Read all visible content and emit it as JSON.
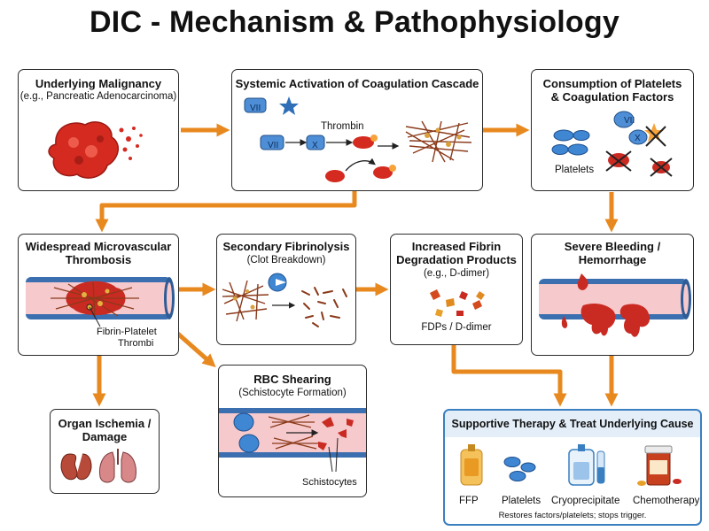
{
  "title": "DIC - Mechanism & Pathophysiology",
  "colors": {
    "arrow": "#e8891f",
    "blood": "#c92a22",
    "fibrin": "#8a3a1a",
    "vessel": "#3b6fb0",
    "lumen": "#f6c9cc",
    "factor": "#4d8ed6"
  },
  "nodes": {
    "malignancy": {
      "title": "Underlying Malignancy",
      "subtitle": "(e.g., Pancreatic Adenocarcinoma)"
    },
    "coagulation": {
      "title": "Systemic Activation of Coagulation Cascade",
      "factor_vii_a": "VII",
      "factor_vii_b": "VII",
      "factor_x": "X",
      "thrombin": "Thrombin"
    },
    "consumption": {
      "title_line1": "Consumption of Platelets",
      "title_line2": "& Coagulation Factors",
      "platelets": "Platelets",
      "factor_vii": "VII",
      "factor_x": "X"
    },
    "thrombosis": {
      "title_line1": "Widespread Microvascular",
      "title_line2": "Thrombosis",
      "label_line1": "Fibrin-Platelet",
      "label_line2": "Thrombi"
    },
    "fibrinolysis": {
      "title": "Secondary Fibrinolysis",
      "subtitle": "(Clot Breakdown)"
    },
    "fdp": {
      "title_line1": "Increased Fibrin",
      "title_line2": "Degradation Products",
      "subtitle": "(e.g., D-dimer)",
      "label": "FDPs / D-dimer"
    },
    "bleeding": {
      "title_line1": "Severe Bleeding /",
      "title_line2": "Hemorrhage"
    },
    "ischemia": {
      "title_line1": "Organ Ischemia /",
      "title_line2": "Damage"
    },
    "rbc": {
      "title": "RBC Shearing",
      "subtitle": "(Schistocyte Formation)",
      "label": "Schistocytes"
    },
    "therapy": {
      "title": "Supportive Therapy & Treat Underlying Cause",
      "items": [
        "FFP",
        "Platelets",
        "Cryoprecipitate",
        "Chemotherapy"
      ],
      "note": "Restores factors/platelets; stops trigger."
    }
  }
}
